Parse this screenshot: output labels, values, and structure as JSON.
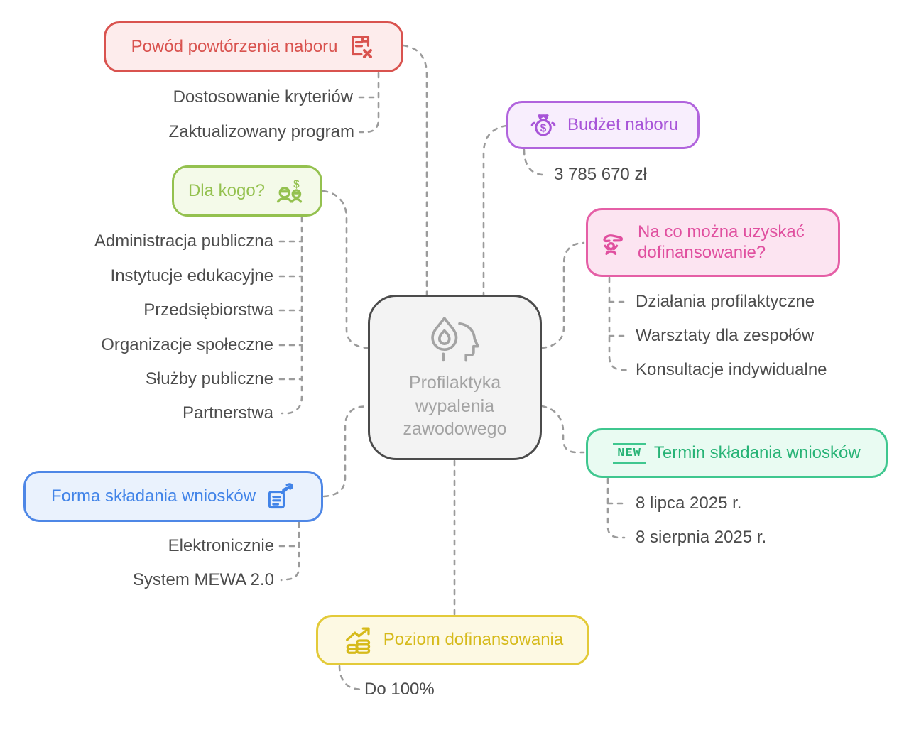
{
  "center": {
    "label": "Profilaktyka wypalenia zawodowego",
    "icon": "burnout-flame-head-icon"
  },
  "branches": {
    "powod": {
      "label": "Powód powtórzenia naboru",
      "icon": "document-x-icon",
      "color": "#d9534f",
      "children": [
        "Dostosowanie kryteriów",
        "Zaktualizowany program"
      ]
    },
    "budzet": {
      "label": "Budżet naboru",
      "icon": "money-bag-icon",
      "color": "#a855d8",
      "children": [
        "3 785 670 zł"
      ]
    },
    "dla_kogo": {
      "label": "Dla kogo?",
      "icon": "people-dollar-icon",
      "color": "#94c14f",
      "children": [
        "Administracja publiczna",
        "Instytucje edukacyjne",
        "Przedsiębiorstwa",
        "Organizacje społeczne",
        "Służby publiczne",
        "Partnerstwa"
      ]
    },
    "na_co": {
      "label": "Na co można uzyskać dofinansowanie?",
      "icon": "care-hand-icon",
      "color": "#e04f9f",
      "children": [
        "Działania profilaktyczne",
        "Warsztaty dla zespołów",
        "Konsultacje indywidualne"
      ]
    },
    "termin": {
      "label": "Termin składania wniosków",
      "badge": "NEW",
      "icon": "new-badge-icon",
      "color": "#27b376",
      "children": [
        "8 lipca 2025 r.",
        "8 sierpnia 2025 r."
      ]
    },
    "forma": {
      "label": "Forma składania wniosków",
      "icon": "document-pen-icon",
      "color": "#4284e8",
      "children": [
        "Elektronicznie",
        "System MEWA 2.0"
      ]
    },
    "poziom": {
      "label": "Poziom dofinansowania",
      "icon": "coins-growth-icon",
      "color": "#d6ba1b",
      "children": [
        "Do 100%"
      ]
    }
  },
  "colors": {
    "connector": "#9b9b9b",
    "child_text": "#4c4c4c",
    "center_border": "#4b4b4b",
    "center_text": "#a3a3a3"
  }
}
